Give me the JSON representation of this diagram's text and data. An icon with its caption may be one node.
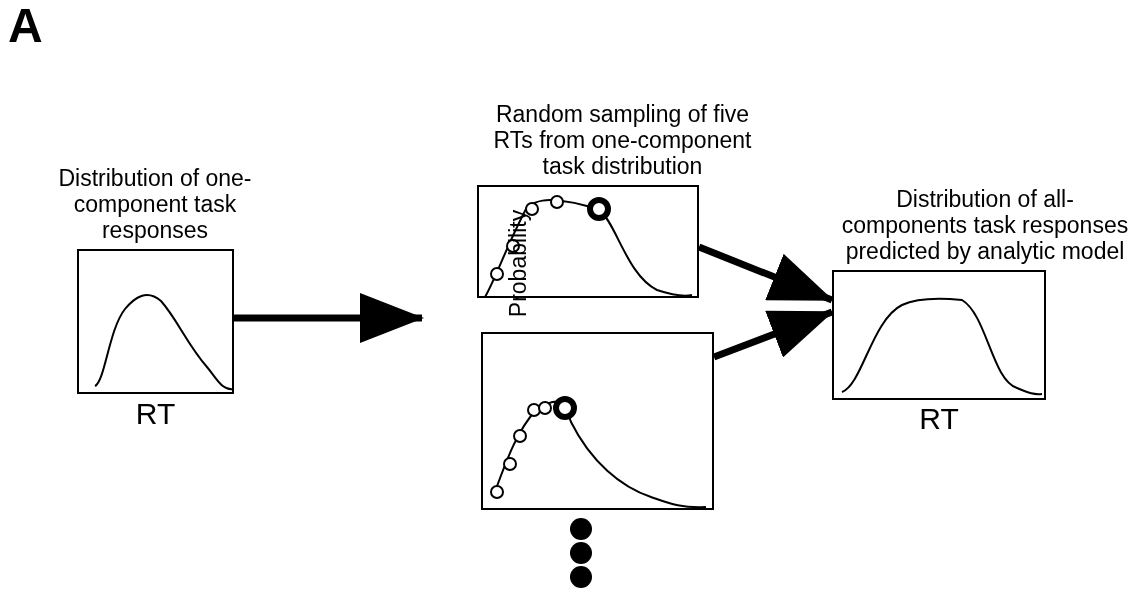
{
  "diagram": {
    "nodes": [
      {
        "text": [
          "Distribution of one-component task responses"
        ],
        "beside": [
          "RT"
        ]
      },
      {
        "text": [
          "Random sampling of five RTs from one-component task distribution"
        ]
      },
      {
        "text": [],
        "shape": "picture"
      },
      {
        "text": [
          "Distribution of all-components task responses predicted by analytic model"
        ],
        "beside": [
          "RT"
        ]
      }
    ],
    "edges": [
      {
        "from": 0,
        "to": null,
        "arrow": "to"
      },
      {
        "from": 1,
        "to": 3,
        "arrow": "to"
      },
      {
        "from": 2,
        "to": 3,
        "arrow": "to"
      }
    ],
    "labels": [
      "A",
      "Probability"
    ]
  }
}
